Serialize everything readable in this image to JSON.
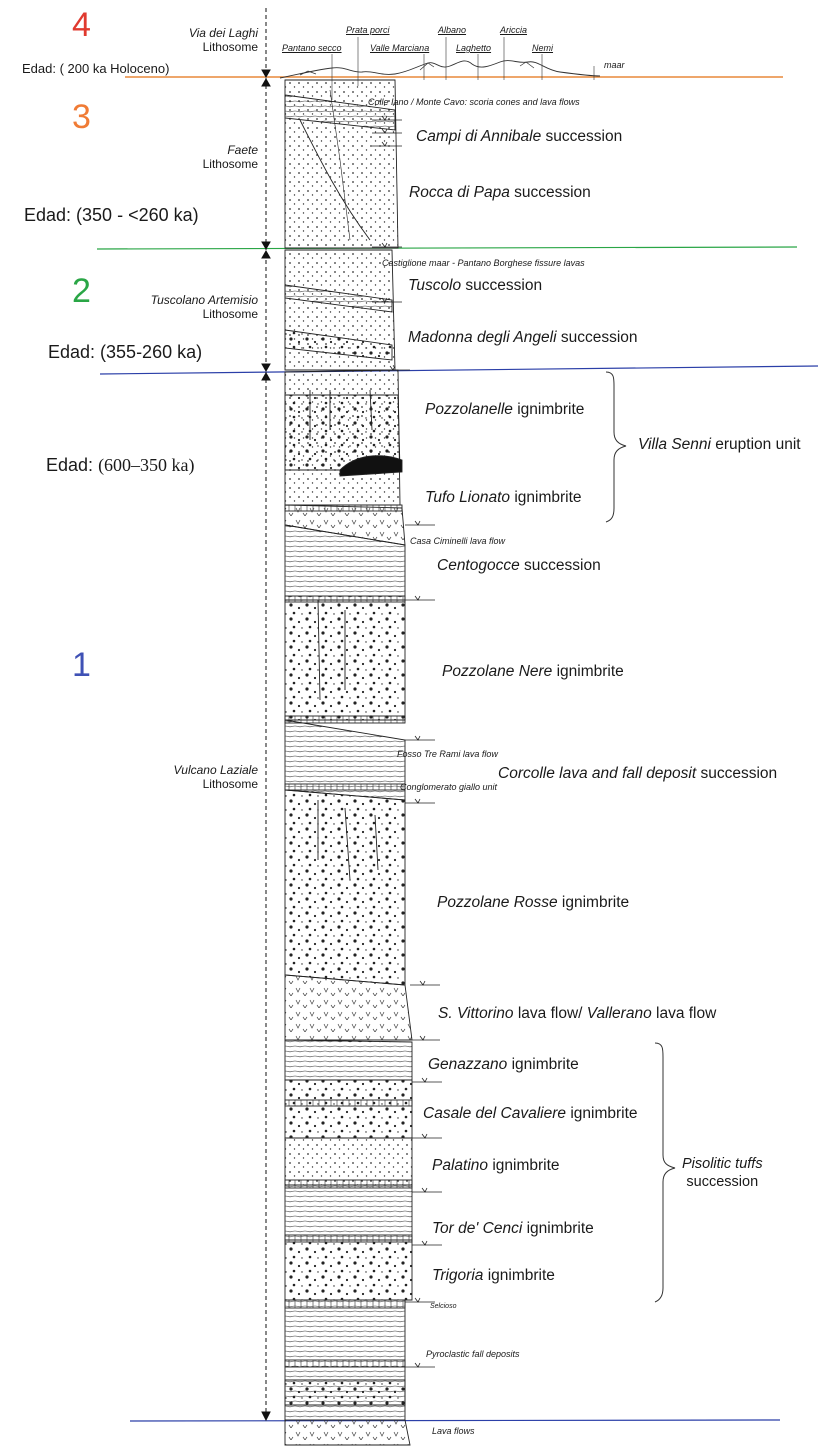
{
  "numbers": [
    {
      "label": "4",
      "color": "#e03a2f"
    },
    {
      "label": "3",
      "color": "#f07b35"
    },
    {
      "label": "2",
      "color": "#2aa646"
    },
    {
      "label": "1",
      "color": "#3f51b5"
    }
  ],
  "lithosomes": {
    "via_dei_laghi": {
      "name": "Via dei Laghi",
      "suffix": "Lithosome"
    },
    "faete": {
      "name": "Faete",
      "suffix": "Lithosome"
    },
    "tuscolano": {
      "name": "Tuscolano Artemisio",
      "suffix": "Lithosome"
    },
    "vulcano": {
      "name": "Vulcano Laziale",
      "suffix": "Lithosome"
    }
  },
  "ages": {
    "a4": "Edad: ( 200 ka Holoceno)",
    "a3": "Edad: (350 - <260 ka)",
    "a2": "Edad: (355-260 ka)",
    "a1_prefix": "Edad:",
    "a1_value": "(600–350 ka)"
  },
  "top_names": [
    "Pantano secco",
    "Prata porci",
    "Valle Marciana",
    "Albano",
    "Laghetto",
    "Ariccia",
    "Nemi",
    "maar"
  ],
  "small_labels": {
    "colle_iano": "Colle Iano / Monte Cavo: scoria cones and lava flows",
    "castiglione": "Castiglione maar - Pantano Borghese fissure lavas",
    "casa_ciminelli": "Casa Ciminelli lava flow",
    "fosso_tre_rami": "Fosso Tre Rami lava flow",
    "conglomerato": "Conglomerato giallo unit",
    "selcioso": "Selcioso",
    "pyroclastic": "Pyroclastic fall deposits",
    "lava_flows": "Lava flows"
  },
  "units": [
    {
      "italic": "Campi di Annibale",
      "rest": " succession"
    },
    {
      "italic": "Rocca di Papa",
      "rest": " succession"
    },
    {
      "italic": "Tuscolo",
      "rest": " succession"
    },
    {
      "italic": "Madonna degli Angeli",
      "rest": " succession"
    },
    {
      "italic": "Pozzolanelle",
      "rest": " ignimbrite"
    },
    {
      "italic": "Tufo Lionato",
      "rest": " ignimbrite"
    },
    {
      "italic": "Centogocce",
      "rest": " succession"
    },
    {
      "italic": "Pozzolane Nere",
      "rest": " ignimbrite"
    },
    {
      "italic": "Corcolle lava and fall deposit",
      "rest": " succession"
    },
    {
      "italic": "Pozzolane Rosse",
      "rest": " ignimbrite"
    },
    {
      "italic": "S. Vittorino",
      "rest": " lava flow/ ",
      "italic2": "Vallerano",
      "rest2": " lava flow"
    },
    {
      "italic": "Genazzano",
      "rest": " ignimbrite"
    },
    {
      "italic": "Casale del Cavaliere",
      "rest": " ignimbrite"
    },
    {
      "italic": "Palatino",
      "rest": " ignimbrite"
    },
    {
      "italic": "Tor de' Cenci",
      "rest": " ignimbrite"
    },
    {
      "italic": "Trigoria",
      "rest": " ignimbrite"
    }
  ],
  "groups": {
    "villa_senni": {
      "italic": "Villa Senni",
      "rest": " eruption unit"
    },
    "pisolitic": {
      "line1": "Pisolitic tuffs",
      "line2": "succession"
    }
  },
  "colors": {
    "line_4": "#e8893a",
    "line_3": "#2aa646",
    "line_2": "#2b3fa8",
    "line_1": "#2b3fa8"
  }
}
